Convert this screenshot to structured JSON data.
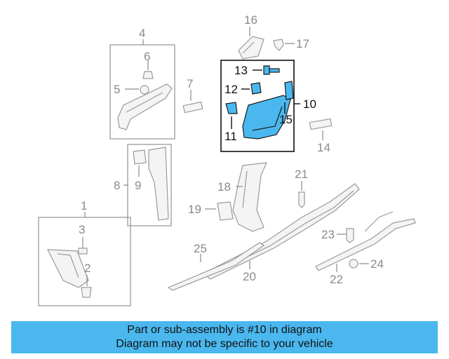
{
  "callouts": {
    "c1": "1",
    "c2": "2",
    "c3": "3",
    "c4": "4",
    "c5": "5",
    "c6": "6",
    "c7": "7",
    "c8": "8",
    "c9": "9",
    "c10": "10",
    "c11": "11",
    "c12": "12",
    "c13": "13",
    "c14": "14",
    "c15": "15",
    "c16": "16",
    "c17": "17",
    "c18": "18",
    "c19": "19",
    "c20": "20",
    "c21": "21",
    "c22": "22",
    "c23": "23",
    "c24": "24",
    "c25": "25"
  },
  "highlight_color": "#4ab8ef",
  "banner": {
    "line1": "Part or sub-assembly is #10 in diagram",
    "line2": "Diagram may not be specific to your vehicle"
  }
}
